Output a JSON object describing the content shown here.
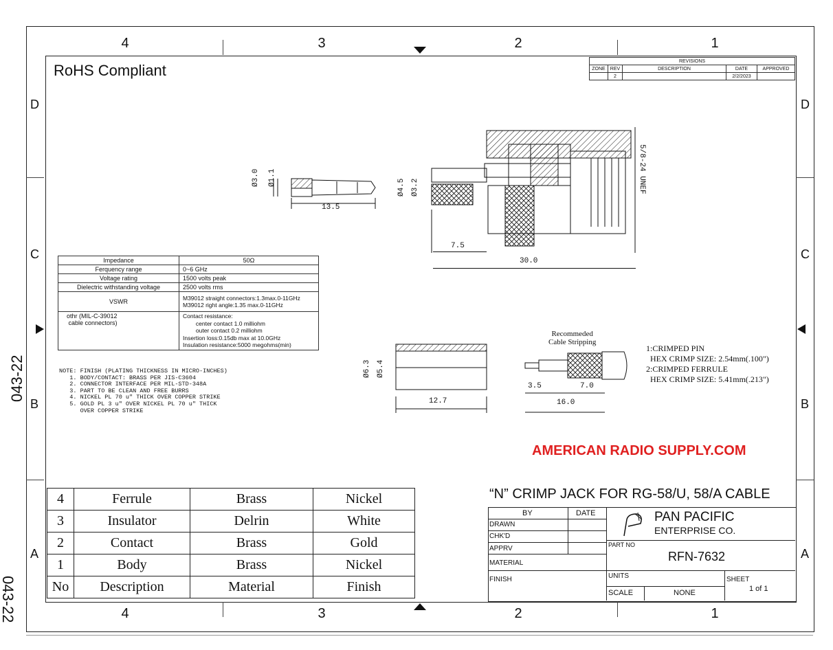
{
  "zones_top": [
    "4",
    "3",
    "2",
    "1"
  ],
  "zones_side": [
    "D",
    "C",
    "B",
    "A"
  ],
  "side_labels": [
    "043-22",
    "043-22"
  ],
  "rohs": "RoHS Compliant",
  "revisions": {
    "title": "REVISIONS",
    "headers": [
      "ZONE",
      "REV",
      "DESCRIPTION",
      "DATE",
      "APPROVED"
    ],
    "row": [
      "",
      "2",
      "",
      "2/2/2023",
      ""
    ]
  },
  "specs": [
    {
      "k": "Impedance",
      "v": "50Ω"
    },
    {
      "k": "Ferquency range",
      "v": "0~6 GHz"
    },
    {
      "k": "Voltage rating",
      "v": "1500 volts peak"
    },
    {
      "k": "Dielectric withstanding voltage",
      "v": "2500 volts rms"
    },
    {
      "k": "VSWR",
      "v": "M39012 straight connectors:1.3max.0-11GHz\nM39012 right angle:1.35 max.0-11GHz"
    },
    {
      "k": "othr (MIL-C-39012\n cable connectors)",
      "v": "Contact resistance:\n        center contact 1.0 milliohm\n        outer contact 0.2 milliohm\nInsertion loss:0.15db max at 10.0GHz\nInsulation resistance:5000 megohms(min)"
    }
  ],
  "notes": "NOTE: FINISH (PLATING THICKNESS IN MICRO-INCHES)\n   1. BODY/CONTACT: BRASS PER JIS-C3604\n   2. CONNECTOR INTERFACE PER MIL-STD-348A\n   3. PART TO BE CLEAN AND FREE BURRS\n   4. NICKEL PL 70 u\" THICK OVER COPPER STRIKE\n   5. GOLD PL 3 u\" OVER NICKEL PL 70 u\" THICK\n      OVER COPPER STRIKE",
  "dims": {
    "pin_d1": "Ø3.0",
    "pin_d2": "Ø1.1",
    "pin_len": "13.5",
    "body_d1": "Ø4.5",
    "body_d2": "Ø3.2",
    "thread": "5/8-24 UNEF",
    "len_7_5": "7.5",
    "len_30": "30.0",
    "fer_d1": "Ø6.3",
    "fer_d2": "Ø5.4",
    "fer_len": "12.7",
    "strip_title": "Recommeded\nCable Stripping",
    "s_3_5": "3.5",
    "s_7_0": "7.0",
    "s_16": "16.0"
  },
  "crimp_notes": "1:CRIMPED PIN\n  HEX CRIMP SIZE: 2.54mm(.100\")\n2:CRIMPED FERRULE\n  HEX CRIMP SIZE: 5.41mm(.213\")",
  "brand": "AMERICAN RADIO SUPPLY.COM",
  "bom": [
    [
      "4",
      "Ferrule",
      "Brass",
      "Nickel"
    ],
    [
      "3",
      "Insulator",
      "Delrin",
      "White"
    ],
    [
      "2",
      "Contact",
      "Brass",
      "Gold"
    ],
    [
      "1",
      "Body",
      "Brass",
      "Nickel"
    ],
    [
      "No",
      "Description",
      "Material",
      "Finish"
    ]
  ],
  "titleblock": {
    "title": "“N” CRIMP JACK FOR RG-58/U, 58/A CABLE",
    "by": "BY",
    "date": "DATE",
    "drawn": "DRAWN",
    "chkd": "CHK'D",
    "apprv": "APPRV",
    "material": "MATERIAL",
    "finish": "FINISH",
    "company1": "PAN PACIFIC",
    "company2": "ENTERPRISE CO.",
    "partno_label": "PART NO",
    "partno": "RFN-7632",
    "units": "UNITS",
    "sheet": "SHEET",
    "sheet_val": "1 of 1",
    "scale": "SCALE",
    "scale_val": "NONE"
  }
}
